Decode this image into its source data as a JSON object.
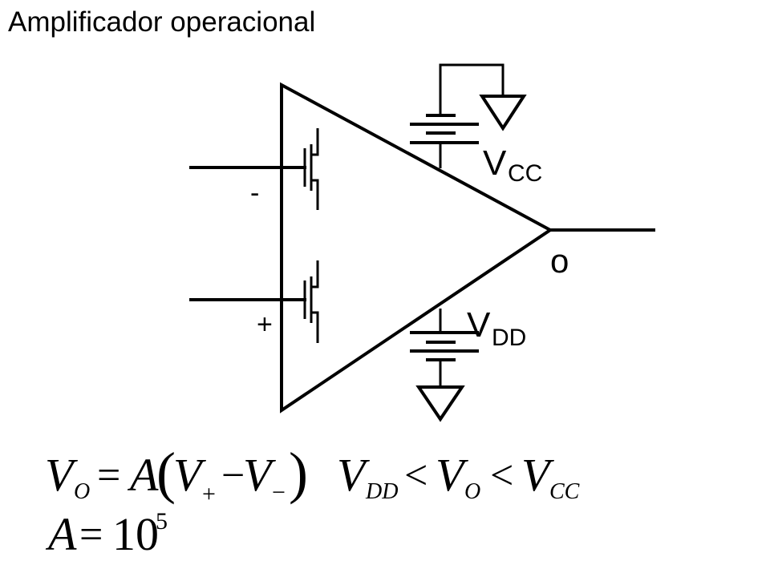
{
  "title": "Amplificador operacional",
  "labels": {
    "minus": "-",
    "plus": "+",
    "vcc_main": "V",
    "vcc_sub": "CC",
    "vdd_main": "V",
    "vdd_sub": "DD",
    "output": "o"
  },
  "equations": {
    "eq1": {
      "lhs": "V",
      "lhs_sub": "O",
      "equals": "=",
      "a": "A",
      "open": "(",
      "v1": "V",
      "v1_sub": "+",
      "minus": "−",
      "v2": "V",
      "v2_sub": "−",
      "close": ")"
    },
    "eq2": {
      "v1": "V",
      "v1_sub": "DD",
      "lt1": "<",
      "v2": "V",
      "v2_sub": "O",
      "lt2": "<",
      "v3": "V",
      "v3_sub": "CC"
    },
    "eq3": {
      "a": "A",
      "equals": "=",
      "base": "10",
      "exp": "5"
    }
  }
}
